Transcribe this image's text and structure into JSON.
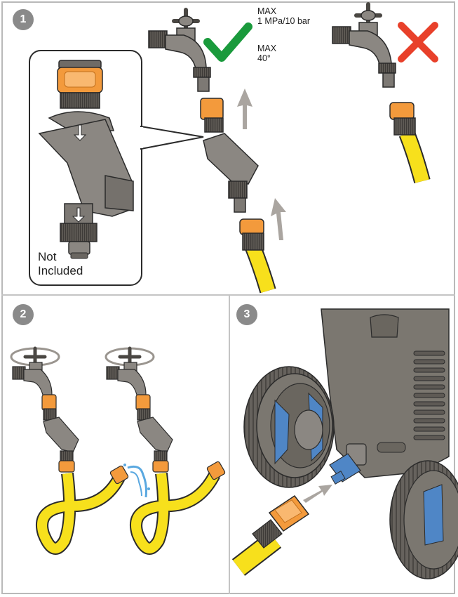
{
  "steps": [
    {
      "number": "1"
    },
    {
      "number": "2"
    },
    {
      "number": "3"
    }
  ],
  "step1": {
    "max_pressure_label": "MAX",
    "max_pressure_value": "1 MPa/10 bar",
    "max_temp_label": "MAX",
    "max_temp_value": "40°",
    "filter_note_line1": "Not",
    "filter_note_line2": "Included"
  },
  "colors": {
    "accent_orange": "#f39a3c",
    "hose_yellow": "#f7e01c",
    "check_green": "#1a9a3c",
    "cross_red": "#e8402a",
    "connector_blue": "#4f86c6",
    "body_gray": "#7b7770"
  }
}
